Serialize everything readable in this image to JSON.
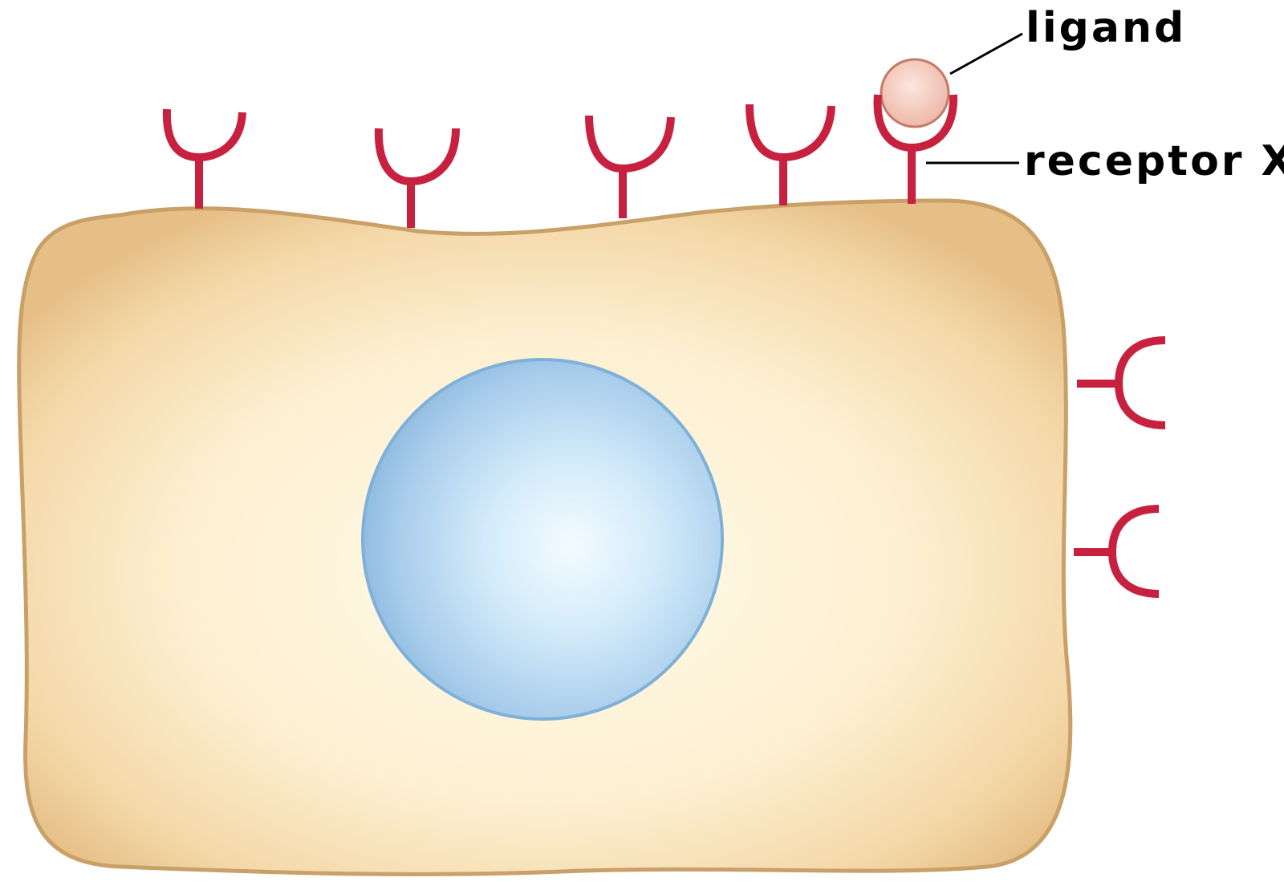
{
  "labels": {
    "ligand": "ligand",
    "receptor": "receptor X"
  },
  "colors": {
    "cell_fill": "#f6dcae",
    "cell_edge": "#c9a068",
    "cell_glow": "#fffbea",
    "nucleus_light": "#f4fbff",
    "nucleus_mid": "#c4e2f6",
    "nucleus_dark": "#8db9de",
    "receptor": "#c8213f",
    "ligand_fill": "#f3c8bc",
    "ligand_edge": "#c47a68",
    "leader_line": "#000000"
  },
  "elements": {
    "cell": "cell-membrane",
    "nucleus": "nucleus",
    "receptor_count": 7,
    "bound_ligand_count": 1
  }
}
